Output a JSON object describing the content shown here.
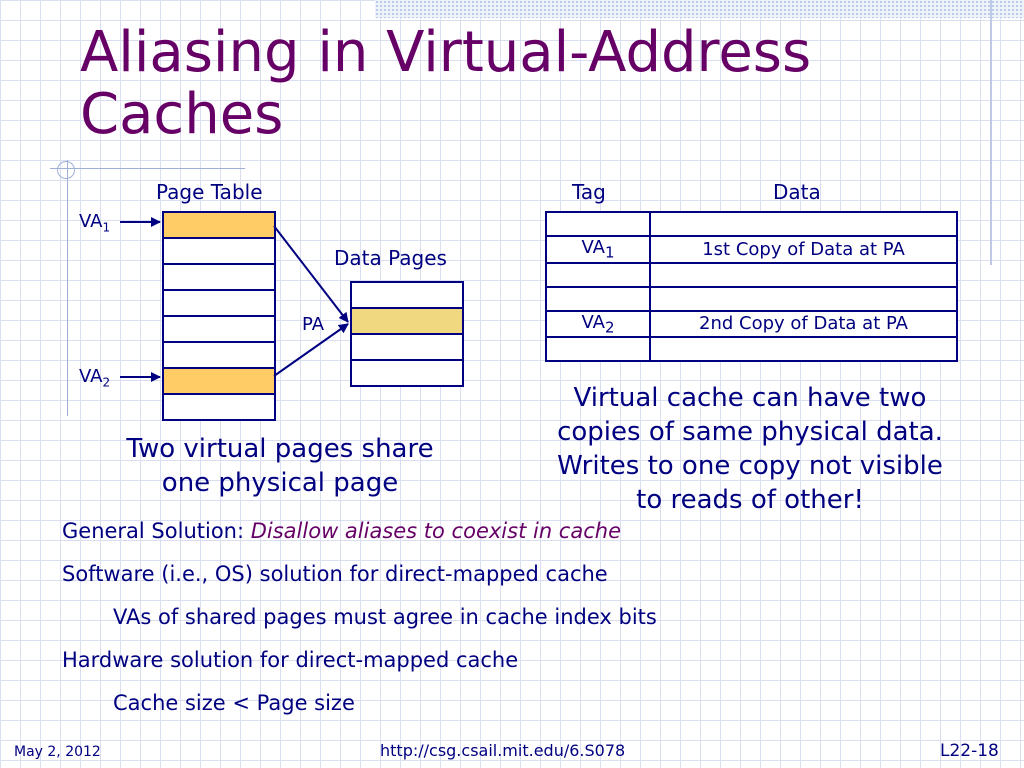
{
  "slide": {
    "title_line1": "Aliasing in Virtual-Address",
    "title_line2": "Caches"
  },
  "diagram_left": {
    "page_table_label": "Page Table",
    "data_pages_label": "Data Pages",
    "va1_label": "VA",
    "va1_sub": "1",
    "va2_label": "VA",
    "va2_sub": "2",
    "pa_label": "PA",
    "caption_line1": "Two virtual pages share",
    "caption_line2": "one physical page"
  },
  "cache_table": {
    "header_tag": "Tag",
    "header_data": "Data",
    "rows": [
      {
        "tag": "",
        "tag_sub": "",
        "data": ""
      },
      {
        "tag": "VA",
        "tag_sub": "1",
        "data": "1st Copy of Data at PA"
      },
      {
        "tag": "",
        "tag_sub": "",
        "data": ""
      },
      {
        "tag": "",
        "tag_sub": "",
        "data": ""
      },
      {
        "tag": "VA",
        "tag_sub": "2",
        "data": "2nd Copy of Data at PA"
      },
      {
        "tag": "",
        "tag_sub": "",
        "data": ""
      }
    ],
    "caption_line1": "Virtual cache can have two",
    "caption_line2": "copies of same physical data.",
    "caption_line3": "Writes to one copy not visible",
    "caption_line4": "to reads of other!"
  },
  "bullets": {
    "b1_prefix": "General Solution:  ",
    "b1_emphasis": "Disallow aliases to coexist in cache",
    "b2": "Software (i.e., OS) solution for direct-mapped cache",
    "b3": "VAs of shared pages must agree in cache index bits",
    "b4": "Hardware solution for direct-mapped cache",
    "b5": "Cache size < Page size"
  },
  "footer": {
    "date": "May 2, 2012",
    "url": "http://csg.csail.mit.edu/6.S078",
    "slide_number": "L22-18"
  },
  "colors": {
    "title": "#660066",
    "text": "#000080",
    "highlight_page_table": "#ffcc66",
    "highlight_data_page": "#f0d880"
  }
}
